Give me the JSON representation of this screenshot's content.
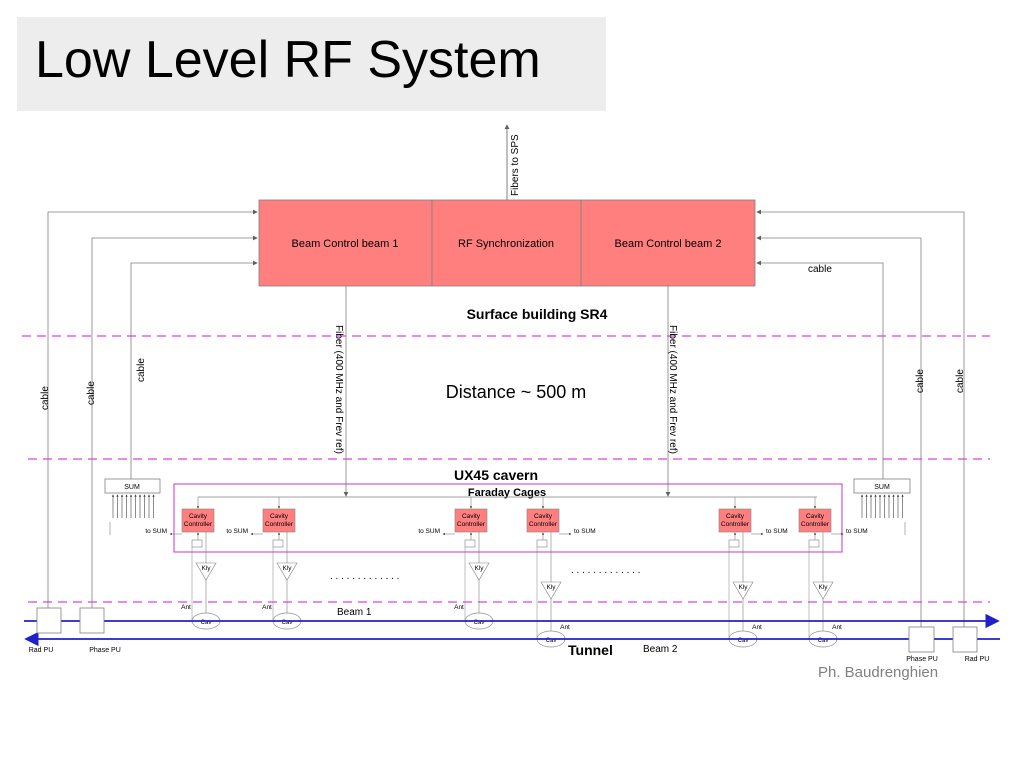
{
  "title": "Low Level RF System",
  "author": "Ph. Baudrenghien",
  "colors": {
    "block_fill": "#ff7f7f",
    "zone_line": "#e040e0",
    "beam_line": "#2020c8",
    "wire": "#808080",
    "cage": "#cc33cc"
  },
  "top_blocks": {
    "left": "Beam Control beam 1",
    "center": "RF Synchronization",
    "right": "Beam Control beam 2"
  },
  "fibers_sps": "Fibers to SPS",
  "fiber_label": "Fiber (400 MHz and Frev ref)",
  "cable_label": "cable",
  "surface_label": "Surface building SR4",
  "distance_label": "Distance ~ 500 m",
  "cavern_label": "UX45 cavern",
  "faraday_label": "Faraday Cages",
  "sum_label": "SUM",
  "to_sum_label": "to SUM",
  "cavity_controller_label": [
    "Cavity",
    "Controller"
  ],
  "kly_label": "Kly",
  "ant_label": "Ant",
  "cav_label": "Cav",
  "ellipsis": ". . . . . . . . . . . . .",
  "beam1": "Beam 1",
  "beam2": "Beam 2",
  "tunnel": "Tunnel",
  "rad_pu": "Rad PU",
  "phase_pu": "Phase PU"
}
